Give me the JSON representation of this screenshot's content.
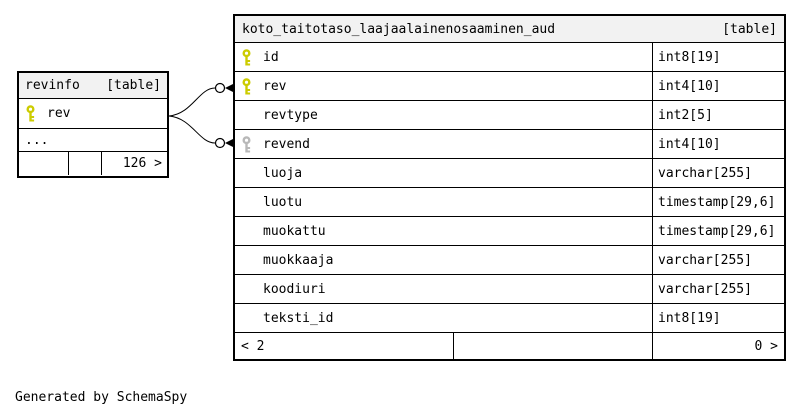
{
  "page": {
    "credit": "Generated by SchemaSpy"
  },
  "colors": {
    "primary_key": "#cccc00",
    "index_key": "#b8b8b8",
    "header_bg": "#f2f2f2",
    "border": "#000000"
  },
  "revinfo_table": {
    "title": "revinfo",
    "tag": "[table]",
    "columns": [
      {
        "name": "rev",
        "key": "primary"
      }
    ],
    "ellipsis": "...",
    "footer": {
      "left": "",
      "middle": "",
      "right": "126 >"
    }
  },
  "main_table": {
    "title": "koto_taitotaso_laajaalainenosaaminen_aud",
    "tag": "[table]",
    "columns": [
      {
        "name": "id",
        "type": "int8[19]",
        "key": "primary"
      },
      {
        "name": "rev",
        "type": "int4[10]",
        "key": "primary"
      },
      {
        "name": "revtype",
        "type": "int2[5]",
        "key": "none"
      },
      {
        "name": "revend",
        "type": "int4[10]",
        "key": "index"
      },
      {
        "name": "luoja",
        "type": "varchar[255]",
        "key": "none"
      },
      {
        "name": "luotu",
        "type": "timestamp[29,6]",
        "key": "none"
      },
      {
        "name": "muokattu",
        "type": "timestamp[29,6]",
        "key": "none"
      },
      {
        "name": "muokkaaja",
        "type": "varchar[255]",
        "key": "none"
      },
      {
        "name": "koodiuri",
        "type": "varchar[255]",
        "key": "none"
      },
      {
        "name": "teksti_id",
        "type": "int8[19]",
        "key": "none"
      }
    ],
    "footer": {
      "left": "< 2",
      "middle": "",
      "right": "0 >"
    }
  }
}
